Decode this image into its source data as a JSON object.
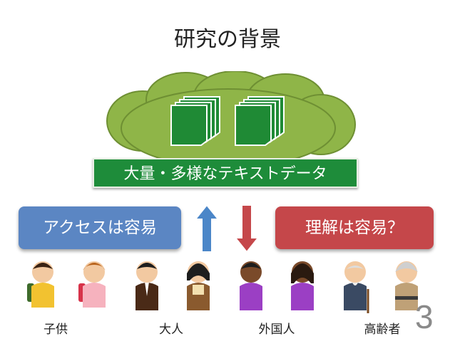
{
  "slide": {
    "title": "研究の背景",
    "data_banner": "大量・多様なテキストデータ",
    "access_box": "アクセスは容易",
    "understand_box": "理解は容易？",
    "page_number": "3"
  },
  "groups": [
    {
      "label": "子供"
    },
    {
      "label": "大人"
    },
    {
      "label": "外国人"
    },
    {
      "label": "高齢者"
    }
  ],
  "colors": {
    "cloud": "#8fb548",
    "banner": "#1e8c3a",
    "access": "#5b86c3",
    "understand": "#c5474a",
    "up_arrow": "#4b86c8",
    "down_arrow": "#c5474a"
  },
  "icons": [
    "cloud",
    "document-icon",
    "up-arrow-icon",
    "down-arrow-icon",
    "person-icon"
  ]
}
